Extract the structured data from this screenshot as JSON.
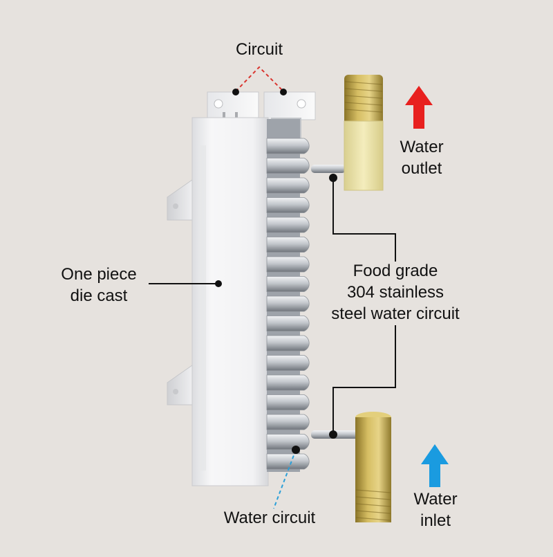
{
  "labels": {
    "circuit": "Circuit",
    "water_outlet": [
      "Water",
      "outlet"
    ],
    "die_cast": [
      "One piece",
      "die cast"
    ],
    "stainless": [
      "Food grade",
      "304 stainless",
      "steel water circuit"
    ],
    "water_circuit": "Water circuit",
    "water_inlet": [
      "Water",
      "inlet"
    ]
  },
  "colors": {
    "background": "#e6e2de",
    "outlet_arrow": "#e8201e",
    "inlet_arrow": "#1a9be0",
    "leader_line": "#111111",
    "circuit_dash": "#d9352f",
    "water_circuit_dash": "#2a9fd8",
    "brass": "#c9ad52",
    "casting": "#f4f4f5",
    "coil": "#c4c8cd"
  },
  "icons": [
    "up-arrow-red",
    "up-arrow-blue"
  ]
}
